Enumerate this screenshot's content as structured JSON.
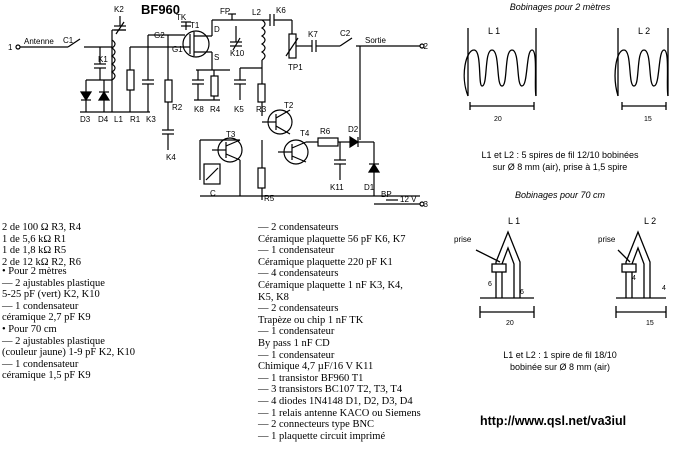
{
  "schematic": {
    "title": "BF960",
    "ports": {
      "in_num": "1",
      "in_label": "Antenne",
      "out_label": "Sortie",
      "out_num": "2",
      "bp_label": "BP",
      "v_label": "12 V",
      "v_num": "3"
    },
    "labels": [
      "C1",
      "K2",
      "G2",
      "TK",
      "T1",
      "FP",
      "L2",
      "K6",
      "C2",
      "K1",
      "G1",
      "D",
      "S",
      "K10",
      "K7",
      "TP1",
      "D3",
      "D4",
      "L1",
      "R1",
      "K3",
      "R2",
      "K8",
      "R4",
      "K5",
      "R3",
      "T2",
      "K4",
      "T3",
      "T4",
      "R6",
      "D2",
      "C",
      "K11",
      "R5",
      "D1"
    ]
  },
  "coils": {
    "title_2m": "Bobinages pour 2 mètres",
    "l1": "L 1",
    "l2": "L 2",
    "dim_20": "20",
    "dim_15": "15",
    "note_2m_1": "L1 et L2 : 5 spires de fil 12/10 bobinées",
    "note_2m_2": "sur Ø 8 mm (air), prise à 1,5 spire",
    "title_70": "Bobinages pour 70 cm",
    "prise": "prise",
    "dim_6": "6",
    "dim_4": "4",
    "note_70_1": "L1 et L2 : 1 spire de fil 18/10",
    "note_70_2": "bobinée sur Ø 8 mm (air)"
  },
  "resistors": [
    "2 de 100    Ω R3, R4",
    "1 de    5,6 kΩ R1",
    "1 de    1,8 kΩ R5",
    "2 de   12   kΩ R2, R6"
  ],
  "band_parts": [
    "• Pour 2 mètres",
    "— 2 ajustables plastique",
    "5-25 pF (vert) K2, K10",
    "— 1 condensateur",
    "céramique 2,7 pF K9",
    "• Pour 70 cm",
    "— 2 ajustables plastique",
    "(couleur jaune) 1-9 pF K2, K10",
    "— 1 condensateur",
    "céramique 1,5 pF K9"
  ],
  "bom": [
    "— 2 condensateurs",
    "Céramique plaquette 56 pF K6, K7",
    "— 1 condensateur",
    "Céramique plaquette 220 pF K1",
    "— 4 condensateurs",
    "Céramique plaquette 1 nF K3, K4,",
    "K5, K8",
    "— 2 condensateurs",
    "Trapèze ou chip 1 nF TK",
    "— 1 condensateur",
    "By pass 1 nF CD",
    "— 1 condensateur",
    "Chimique 4,7 µF/16 V K11",
    "— 1 transistor BF960 T1",
    "— 3 transistors BC107 T2, T3, T4",
    "— 4 diodes 1N4148 D1, D2, D3, D4",
    "— 1 relais antenne KACO ou Siemens",
    "— 2 connecteurs type BNC",
    "— 1 plaquette circuit imprimé"
  ],
  "url": "http://www.qsl.net/va3iul"
}
